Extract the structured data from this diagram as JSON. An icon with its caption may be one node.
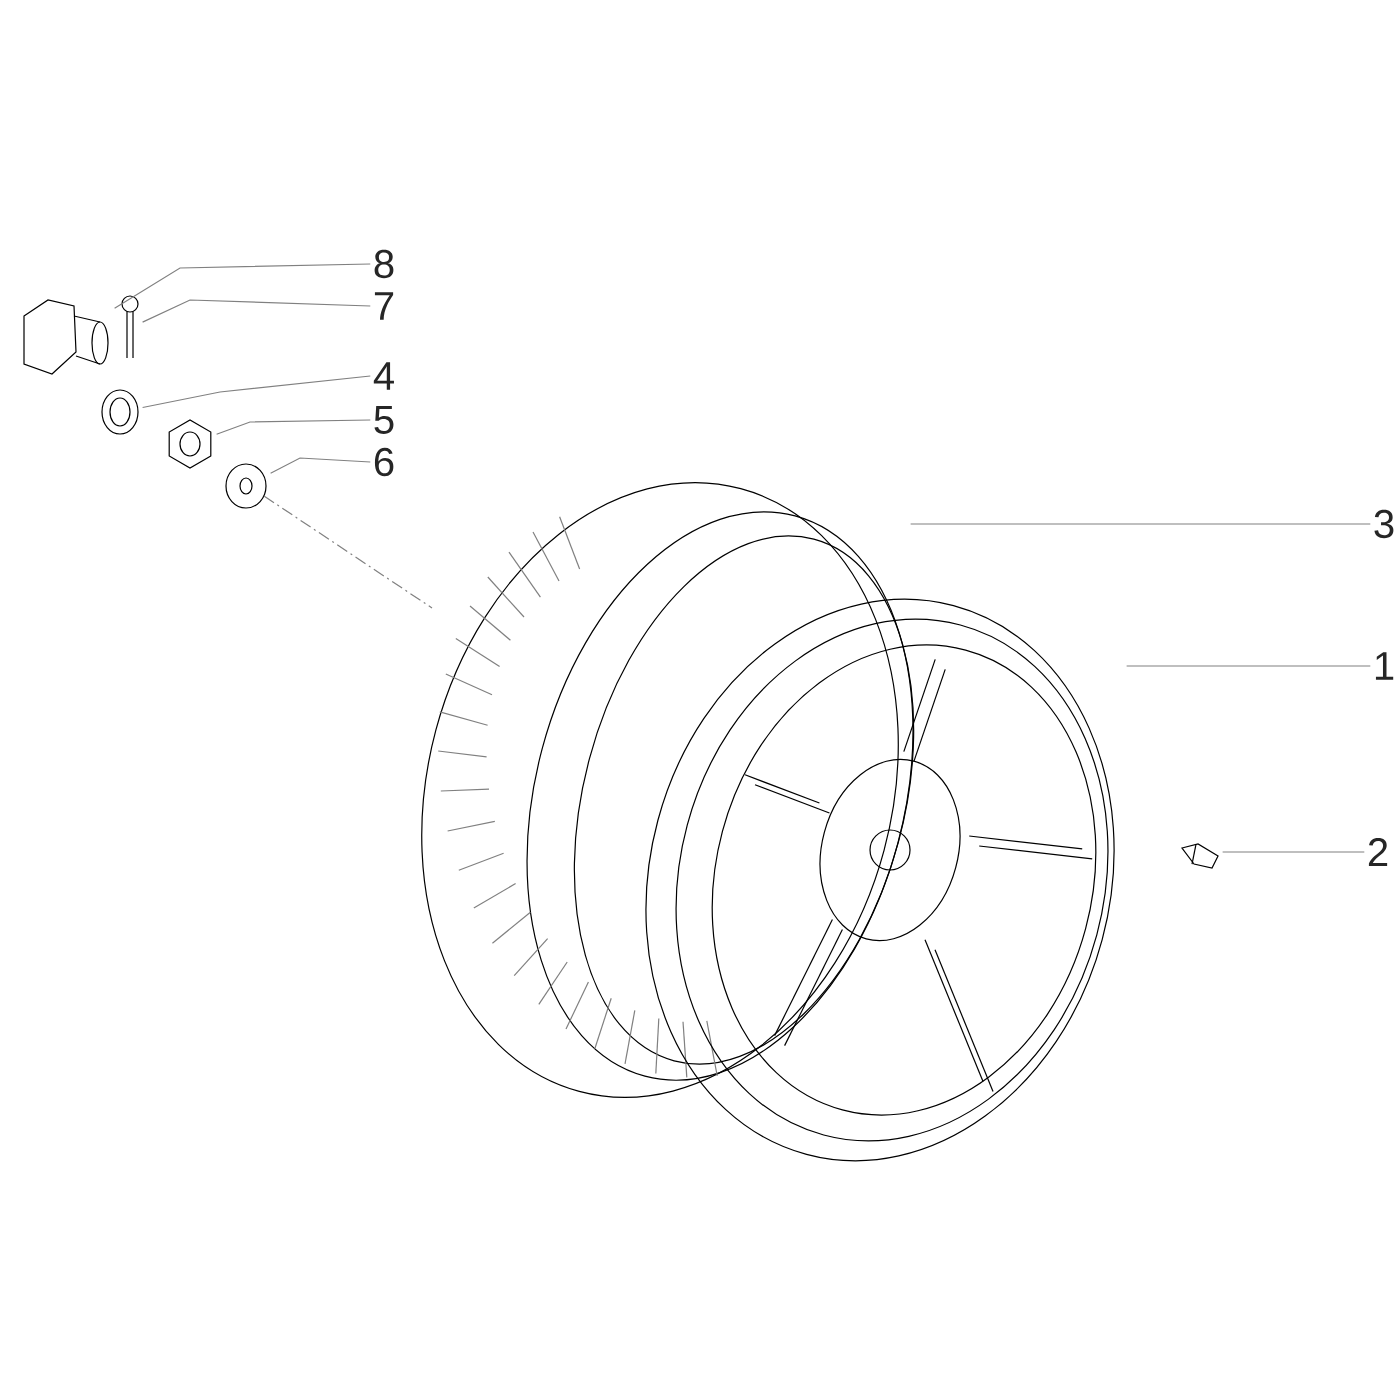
{
  "diagram": {
    "nodes": [
      {
        "text": [
          "8"
        ]
      },
      {
        "text": [
          "7"
        ]
      },
      {
        "text": [
          "4"
        ]
      },
      {
        "text": [
          "5"
        ]
      },
      {
        "text": [
          "6"
        ]
      },
      {
        "text": [
          "3"
        ]
      },
      {
        "text": [
          "1"
        ]
      },
      {
        "text": [
          "2"
        ]
      },
      {
        "text": [],
        "shape": "picture"
      },
      {
        "text": [],
        "shape": "picture"
      },
      {
        "text": [],
        "shape": "picture"
      },
      {
        "text": [],
        "shape": "picture"
      },
      {
        "text": [],
        "shape": "picture"
      },
      {
        "text": [],
        "shape": "picture"
      },
      {
        "text": [],
        "shape": "picture"
      },
      {
        "text": [],
        "shape": "picture"
      }
    ],
    "edges": [
      {
        "from": 0,
        "to": 8,
        "arrow": "none"
      },
      {
        "from": 1,
        "to": 10,
        "arrow": "none"
      },
      {
        "from": 2,
        "to": 9,
        "arrow": "none"
      },
      {
        "from": 3,
        "to": 11,
        "arrow": "none"
      },
      {
        "from": 4,
        "to": 12,
        "arrow": "none"
      },
      {
        "from": 5,
        "to": 13,
        "arrow": "none"
      },
      {
        "from": 6,
        "to": 14,
        "arrow": "none"
      },
      {
        "from": 7,
        "to": 15,
        "arrow": "none"
      }
    ]
  }
}
